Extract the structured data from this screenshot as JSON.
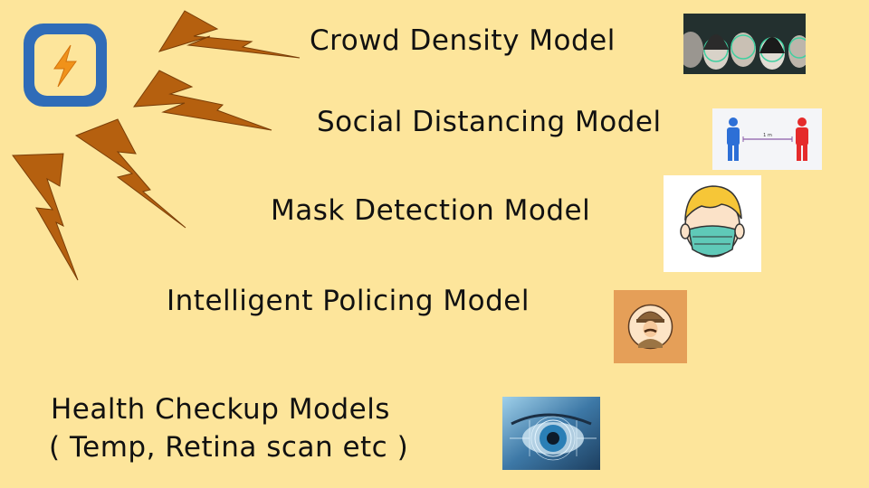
{
  "models": [
    {
      "label": "Crowd Density Model",
      "thumb_icon": "crowd-faces-icon"
    },
    {
      "label": "Social Distancing Model",
      "thumb_icon": "social-distance-icon",
      "distance_text": "1 m"
    },
    {
      "label": "Mask Detection Model",
      "thumb_icon": "masked-face-icon"
    },
    {
      "label": "Intelligent Policing Model",
      "thumb_icon": "police-officer-icon"
    },
    {
      "label_line1": "Health Checkup Models",
      "label_line2": "( Temp, Retina scan etc )",
      "thumb_icon": "retina-scan-icon"
    }
  ],
  "colors": {
    "background": "#fde59b",
    "bolt_fill": "#b5600f",
    "app_icon_blue": "#2f6cb8",
    "text": "#111111"
  },
  "icons": [
    "app-lightning-icon",
    "lightning-bolt-icon"
  ]
}
